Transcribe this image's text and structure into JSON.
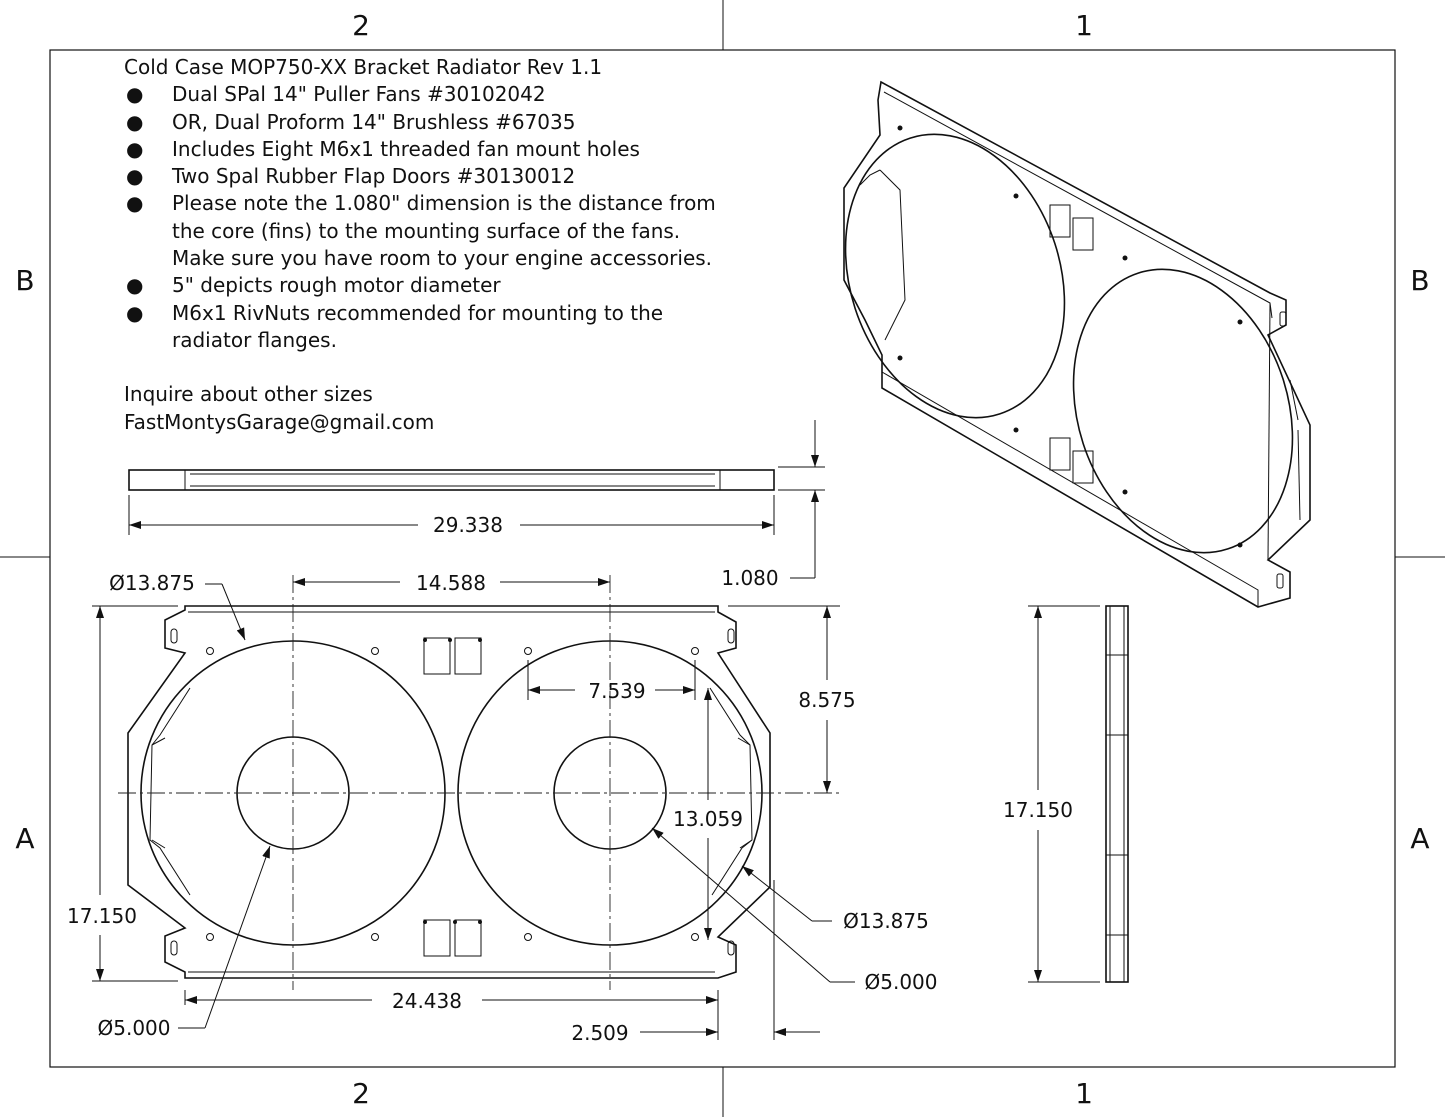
{
  "border": {
    "zones_top": [
      "2",
      "1"
    ],
    "zones_bottom": [
      "2",
      "1"
    ],
    "zones_left": [
      "B",
      "A"
    ],
    "zones_right": [
      "B",
      "A"
    ]
  },
  "notes": {
    "title": "Cold Case MOP750-XX Bracket Radiator Rev 1.1",
    "bullet_symbol": "●",
    "bullets": [
      [
        "Dual SPal 14\" Puller Fans #30102042"
      ],
      [
        "OR, Dual Proform 14\" Brushless #67035"
      ],
      [
        "Includes Eight M6x1 threaded fan mount holes"
      ],
      [
        "Two Spal Rubber Flap Doors #30130012"
      ],
      [
        "Please note the 1.080\" dimension is the distance from",
        "the core (fins) to the mounting surface of the fans.",
        "Make sure you have room to your engine accessories."
      ],
      [
        "5\" depicts rough motor diameter"
      ],
      [
        "M6x1  RivNuts recommended for mounting to the",
        "radiator flanges."
      ]
    ],
    "inquire": "Inquire about other sizes",
    "email": "FastMontysGarage@gmail.com"
  },
  "dimensions": {
    "top_width": "29.338",
    "depth": "1.080",
    "fan_dia_left": "Ø13.875",
    "fan_spacing": "14.588",
    "hole_spacing": "7.539",
    "half_height": "8.575",
    "inner_height": "13.059",
    "overall_height_front": "17.150",
    "overall_height_side": "17.150",
    "fan_dia_right": "Ø13.875",
    "motor_dia_right": "Ø5.000",
    "motor_dia_left": "Ø5.000",
    "bottom_width": "24.438",
    "flange": "2.509"
  }
}
